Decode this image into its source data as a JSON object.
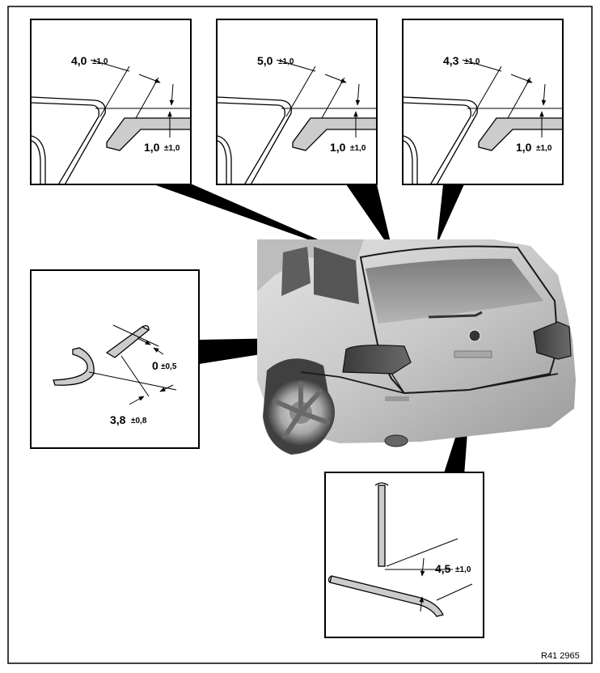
{
  "details": [
    {
      "id": "top-left",
      "value": "4,0",
      "tol": "±1,0",
      "value2": "1,0",
      "tol2": "±1,0"
    },
    {
      "id": "top-middle",
      "value": "5,0",
      "tol": "±1,0",
      "value2": "1,0",
      "tol2": "±1,0"
    },
    {
      "id": "top-right",
      "value": "4,3",
      "tol": "±1,0",
      "value2": "1,0",
      "tol2": "±1,0"
    },
    {
      "id": "left",
      "value": "0",
      "tol": "±0,5",
      "value2": "3,8",
      "tol2": "±0,8"
    },
    {
      "id": "bottom",
      "value": "4,5",
      "tol": "±1,0"
    }
  ],
  "reference": "R41 2965"
}
